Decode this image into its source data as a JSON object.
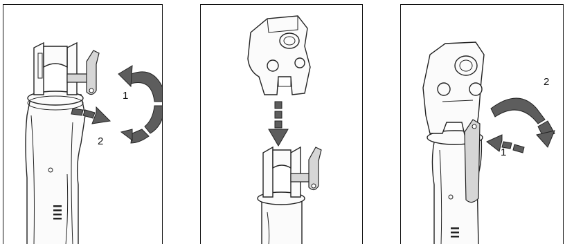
{
  "panels": [
    {
      "callouts": [
        "1",
        "2"
      ]
    },
    {
      "callouts": []
    },
    {
      "callouts": [
        "2",
        "1"
      ]
    }
  ]
}
